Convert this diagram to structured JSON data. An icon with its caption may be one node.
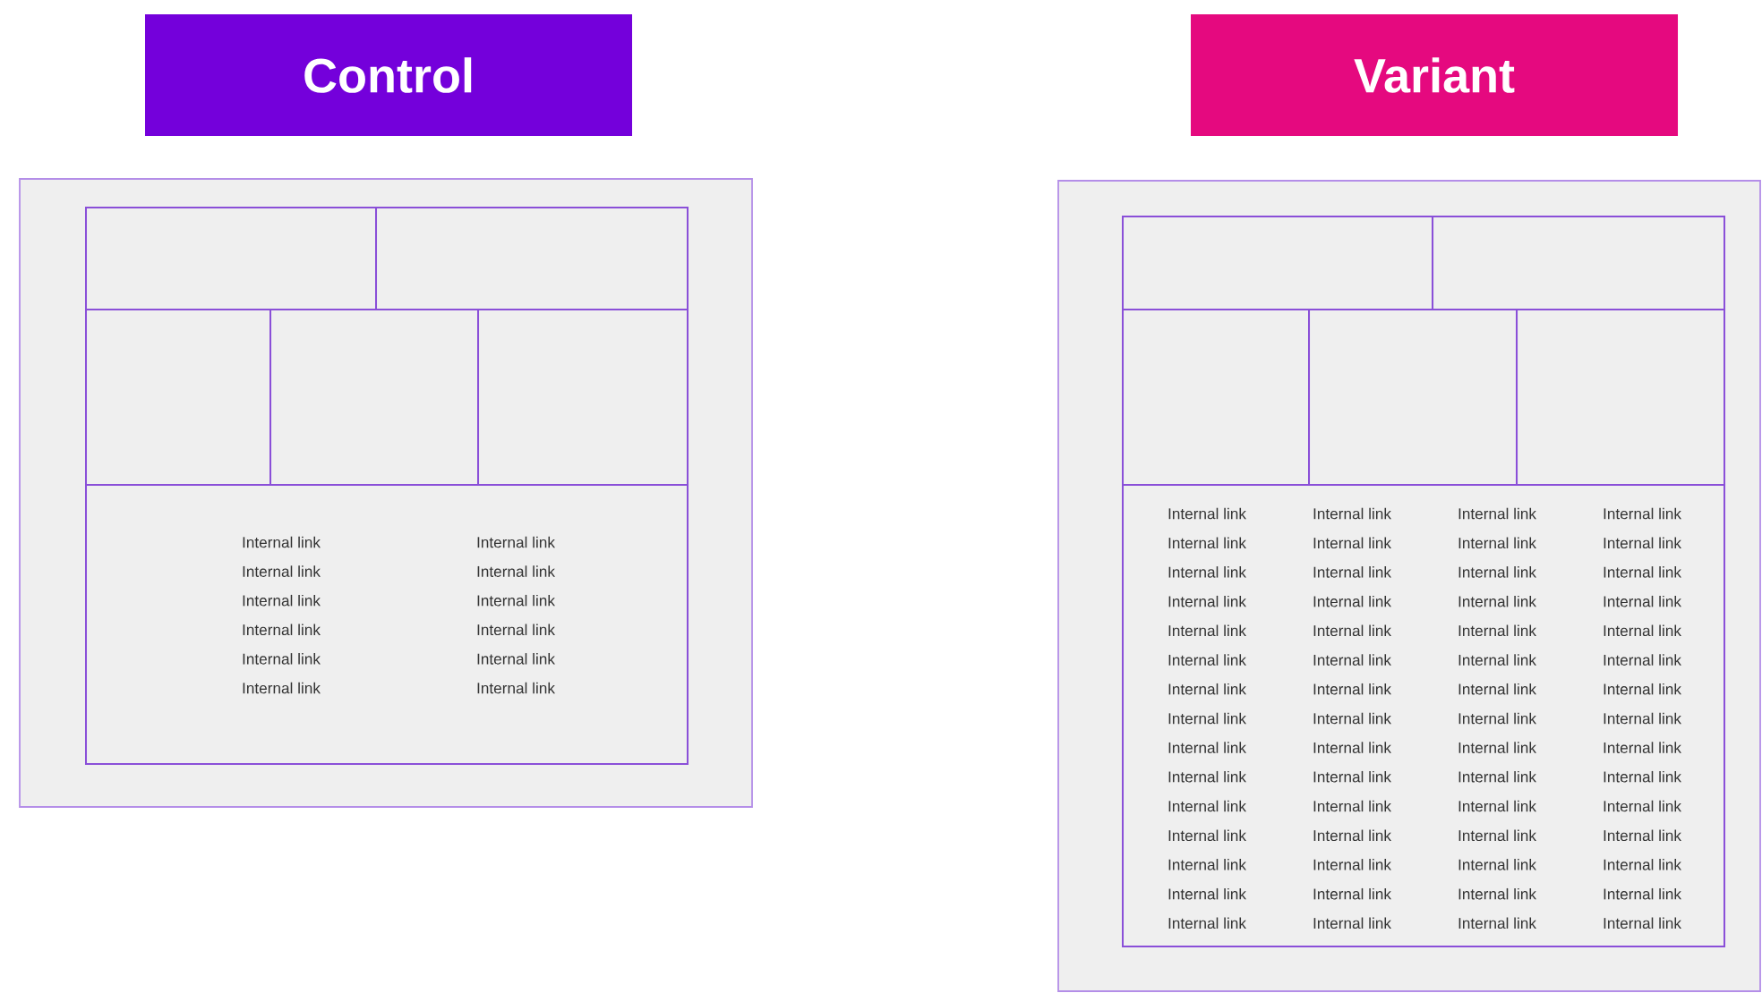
{
  "diagram": {
    "nodes": [
      {
        "text": [
          "Control"
        ]
      },
      {
        "text": [],
        "shape": "box"
      },
      {
        "text": [],
        "shape": "box",
        "in": 1
      },
      {
        "text": [],
        "shape": "box",
        "in": 1
      },
      {
        "text": [],
        "shape": "box",
        "in": 1
      },
      {
        "text": [],
        "shape": "box",
        "in": 1
      },
      {
        "text": [],
        "shape": "box",
        "in": 1
      },
      {
        "text": [
          "Internal link",
          "Internal link",
          "Internal link",
          "Internal link",
          "Internal link",
          "Internal link",
          "Internal link",
          "Internal link",
          "Internal link",
          "Internal link",
          "Internal link",
          "Internal link"
        ],
        "in": 1
      },
      {
        "text": [
          "Variant"
        ]
      },
      {
        "text": [],
        "shape": "box"
      },
      {
        "text": [],
        "shape": "box",
        "in": 9
      },
      {
        "text": [],
        "shape": "box",
        "in": 9
      },
      {
        "text": [],
        "shape": "box",
        "in": 9
      },
      {
        "text": [],
        "shape": "box",
        "in": 9
      },
      {
        "text": [],
        "shape": "box",
        "in": 9
      },
      {
        "text": [
          "Internal link",
          "Internal link",
          "Internal link",
          "Internal link",
          "Internal link",
          "Internal link",
          "Internal link",
          "Internal link",
          "Internal link",
          "Internal link",
          "Internal link",
          "Internal link",
          "Internal link",
          "Internal link",
          "Internal link",
          "Internal link",
          "Internal link",
          "Internal link",
          "Internal link",
          "Internal link",
          "Internal link",
          "Internal link",
          "Internal link",
          "Internal link",
          "Internal link",
          "Internal link",
          "Internal link",
          "Internal link",
          "Internal link",
          "Internal link",
          "Internal link",
          "Internal link",
          "Internal link",
          "Internal link",
          "Internal link",
          "Internal link",
          "Internal link",
          "Internal link",
          "Internal link",
          "Internal link",
          "Internal link",
          "Internal link",
          "Internal link",
          "Internal link",
          "Internal link",
          "Internal link",
          "Internal link",
          "Internal link",
          "Internal link",
          "Internal link",
          "Internal link",
          "Internal link",
          "Internal link",
          "Internal link",
          "Internal link",
          "Internal link",
          "Internal link",
          "Internal link",
          "Internal link",
          "Internal link"
        ],
        "in": 9
      }
    ]
  }
}
